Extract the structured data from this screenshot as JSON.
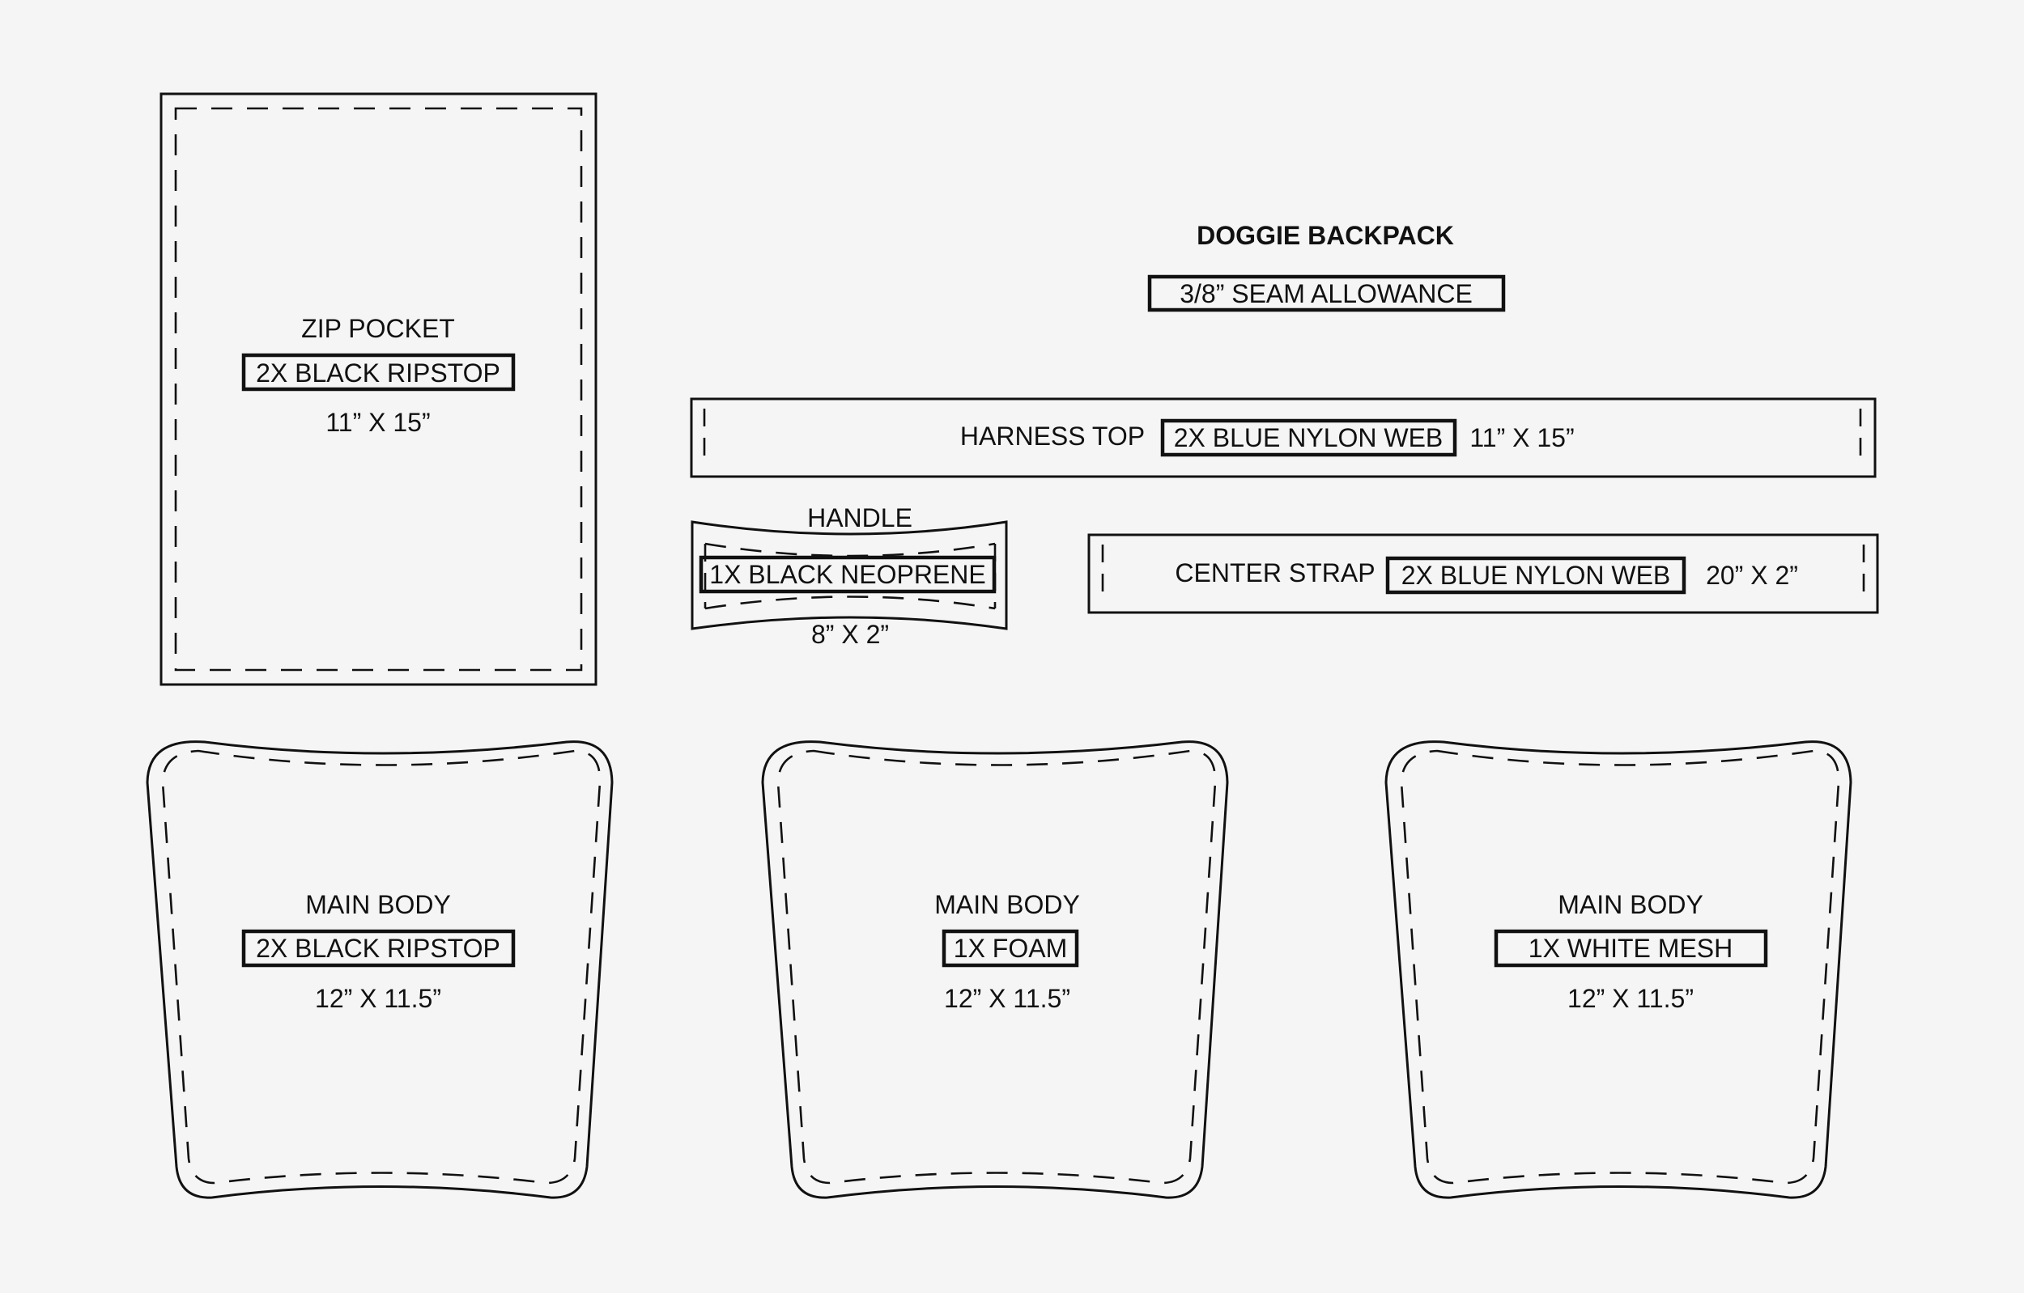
{
  "title": "DOGGIE BACKPACK",
  "seam_allowance": "3/8” SEAM ALLOWANCE",
  "pieces": {
    "zip_pocket": {
      "name": "ZIP POCKET",
      "material": "2X BLACK RIPSTOP",
      "size": "11” X 15”"
    },
    "harness_top": {
      "name": "HARNESS TOP",
      "material": "2X BLUE NYLON WEB",
      "size": "11” X 15”"
    },
    "handle": {
      "name": "HANDLE",
      "material": "1X BLACK NEOPRENE",
      "size": "8” X 2”"
    },
    "center_strap": {
      "name": "CENTER STRAP",
      "material": "2X BLUE NYLON WEB",
      "size": "20” X 2”"
    },
    "main_body_1": {
      "name": "MAIN BODY",
      "material": "2X BLACK RIPSTOP",
      "size": "12” X 11.5”"
    },
    "main_body_2": {
      "name": "MAIN BODY",
      "material": "1X FOAM",
      "size": "12” X 11.5”"
    },
    "main_body_3": {
      "name": "MAIN BODY",
      "material": "1X WHITE MESH",
      "size": "12” X 11.5”"
    }
  }
}
